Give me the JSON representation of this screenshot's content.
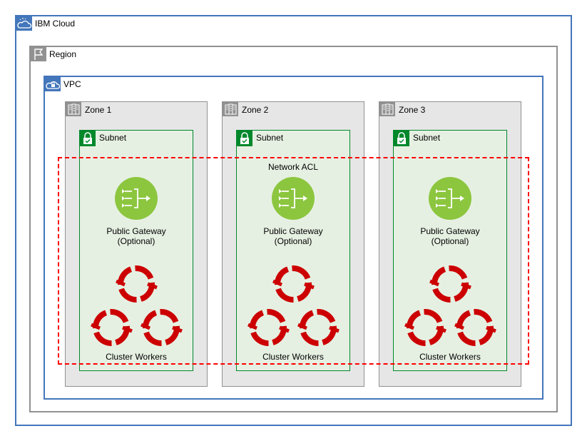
{
  "cloud": {
    "label": "IBM Cloud",
    "icon": "cloud-icon",
    "border_color": "#4376bb"
  },
  "region": {
    "label": "Region",
    "icon": "flag-icon",
    "border_color": "#919191"
  },
  "vpc": {
    "label": "VPC",
    "icon": "vpc-icon",
    "border_color": "#4376bb"
  },
  "network_acl": {
    "label": "Network ACL",
    "border_color": "#ff0000"
  },
  "zones": [
    {
      "label": "Zone 1",
      "subnet": "Subnet",
      "gateway_line1": "Public Gateway",
      "gateway_line2": "(Optional)",
      "workers": "Cluster Workers"
    },
    {
      "label": "Zone 2",
      "subnet": "Subnet",
      "gateway_line1": "Public Gateway",
      "gateway_line2": "(Optional)",
      "workers": "Cluster Workers"
    },
    {
      "label": "Zone 3",
      "subnet": "Subnet",
      "gateway_line1": "Public Gateway",
      "gateway_line2": "(Optional)",
      "workers": "Cluster Workers"
    }
  ],
  "colors": {
    "gateway": "#8cc63f",
    "openshift": "#cc0000",
    "subnet": "#00882b",
    "zone_fill": "#e6e6e6"
  }
}
